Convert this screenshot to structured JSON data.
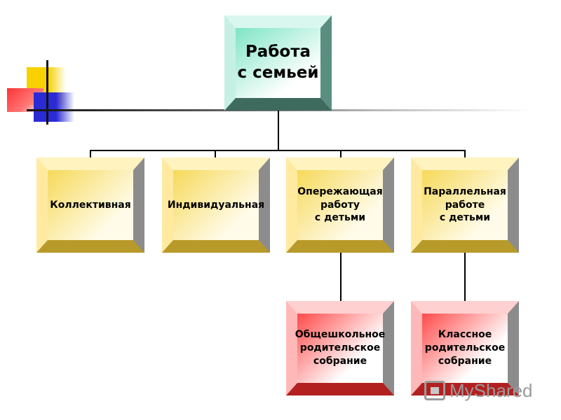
{
  "root": {
    "label": "Работа\nс семьей"
  },
  "forms": [
    {
      "label": "Коллективная"
    },
    {
      "label": "Индивидуальная"
    },
    {
      "label": "Опережающая\nработу\nс детьми"
    },
    {
      "label": "Параллельная\nработе\nс детьми"
    }
  ],
  "meetings": [
    {
      "label": "Общешкольное\nродительское\nсобрание"
    },
    {
      "label": "Классное\nродительское\nсобрание"
    }
  ],
  "watermark": {
    "text": "MyShared"
  },
  "colors": {
    "root": "#7fe5c5",
    "forms": "#f6d95a",
    "meetings": "#ff4a4a"
  }
}
